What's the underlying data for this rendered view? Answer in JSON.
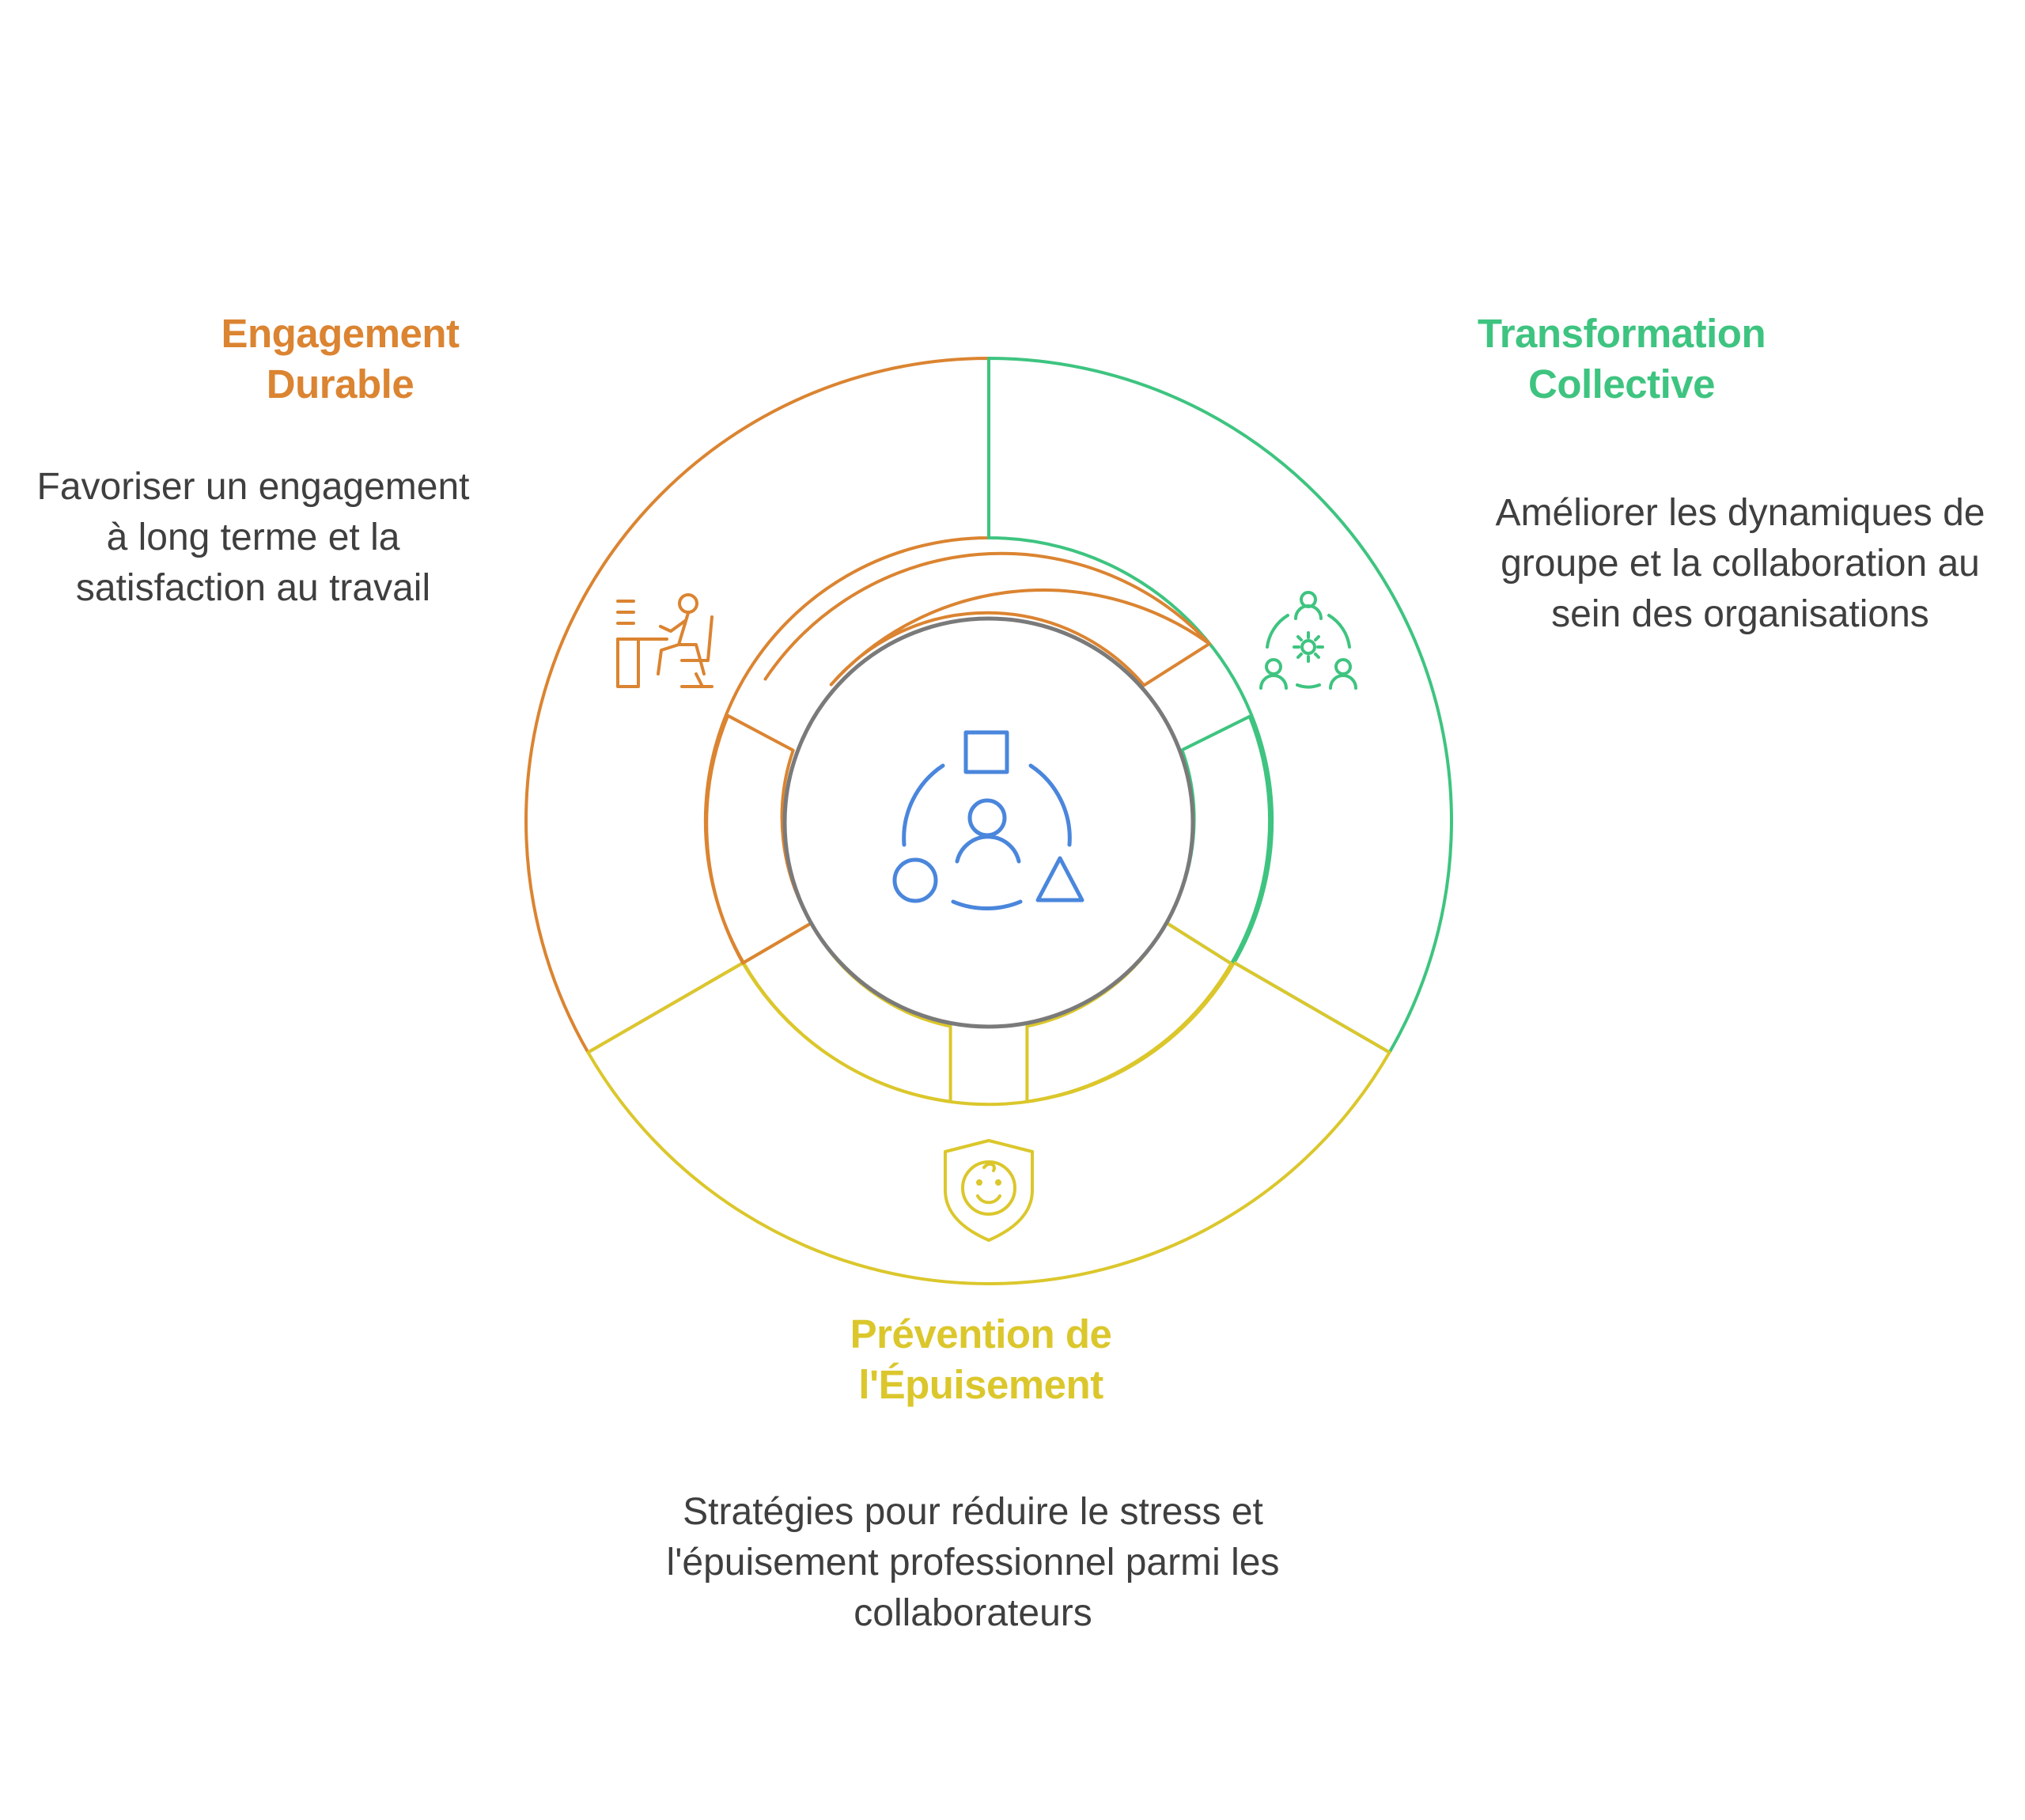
{
  "segments": [
    {
      "id": "engagement",
      "title": "Engagement\nDurable",
      "description": "Favoriser un engagement\nà long terme et la\nsatisfaction au travail",
      "color": "#db8431",
      "icon": "person-at-desk-icon"
    },
    {
      "id": "transformation",
      "title": "Transformation\nCollective",
      "description": "Améliorer les dynamiques de\ngroupe et la collaboration au\nsein des organisations",
      "color": "#3ec480",
      "icon": "team-gear-icon"
    },
    {
      "id": "prevention",
      "title": "Prévention de\nl'Épuisement",
      "description": "Stratégies pour réduire le stress et\nl'épuisement professionnel parmi les\ncollaborateurs",
      "color": "#dbc72c",
      "icon": "smiley-shield-icon"
    }
  ],
  "center": {
    "icon": "person-shapes-cycle-icon",
    "ring_color": "#7a7a7a",
    "icon_color": "#4a86dc"
  }
}
